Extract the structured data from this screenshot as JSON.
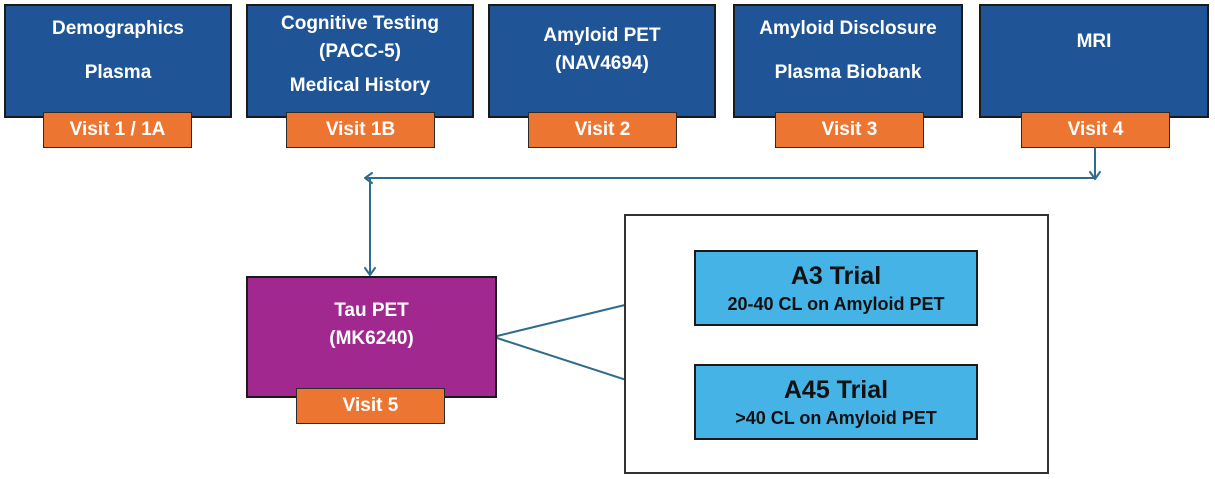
{
  "top_row": [
    {
      "lines": [
        "Demographics",
        "Plasma"
      ],
      "visit": "Visit 1 / 1A"
    },
    {
      "lines": [
        "Cognitive Testing",
        "(PACC-5)",
        "Medical History"
      ],
      "visit": "Visit 1B"
    },
    {
      "lines": [
        "Amyloid PET",
        "(NAV4694)"
      ],
      "visit": "Visit 2"
    },
    {
      "lines": [
        "Amyloid Disclosure",
        "Plasma Biobank"
      ],
      "visit": "Visit 3"
    },
    {
      "lines": [
        "MRI"
      ],
      "visit": "Visit 4"
    }
  ],
  "tau": {
    "line1": "Tau PET",
    "line2": "(MK6240)",
    "visit": "Visit 5"
  },
  "trials": {
    "a3": {
      "title": "A3 Trial",
      "subtitle": "20-40 CL on Amyloid PET"
    },
    "a45": {
      "title": "A45 Trial",
      "subtitle": ">40 CL on Amyloid PET"
    }
  },
  "colors": {
    "dark_blue": "#1f5597",
    "orange": "#ed7532",
    "purple": "#a0288f",
    "light_blue": "#45b3e6",
    "connector": "#2e6c8e"
  }
}
